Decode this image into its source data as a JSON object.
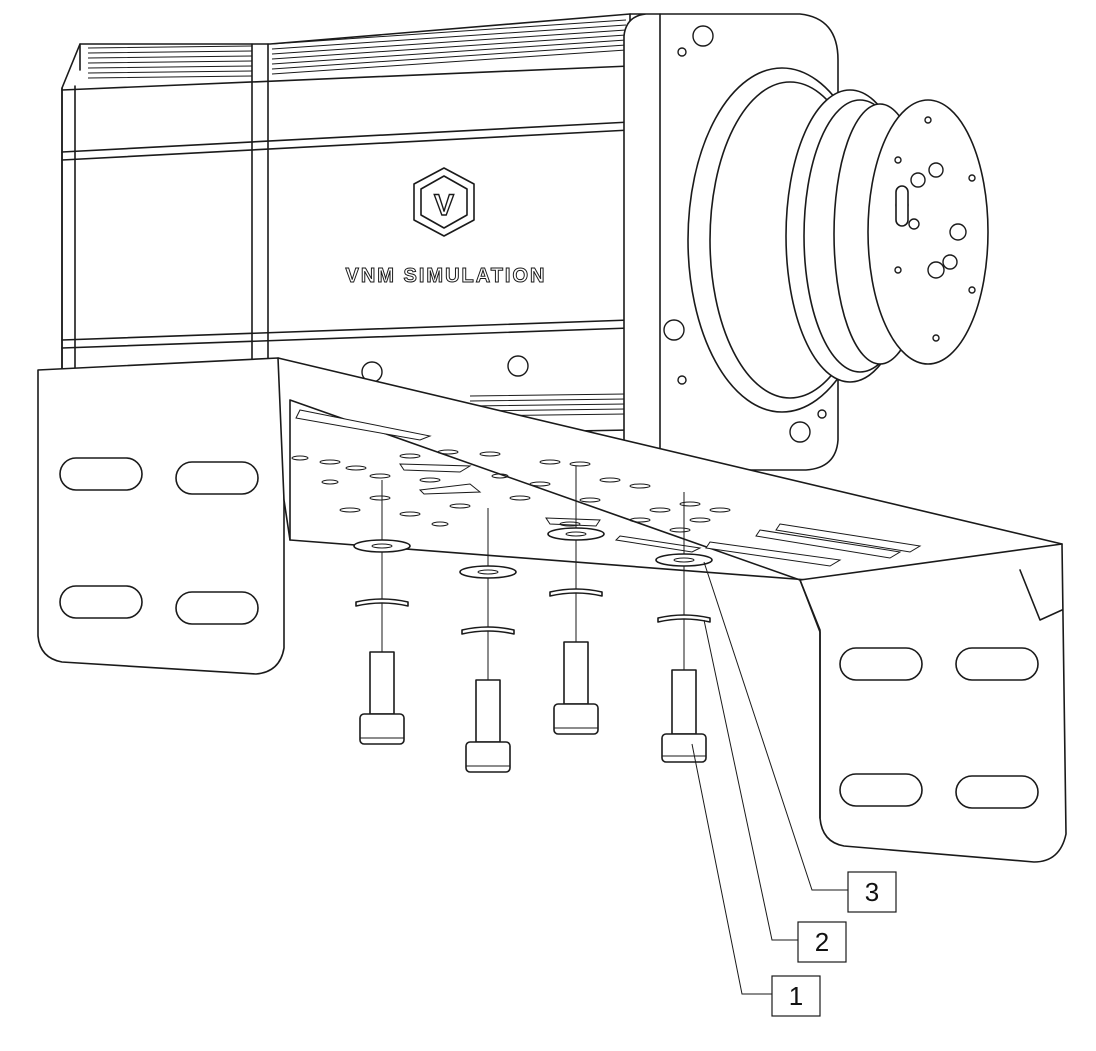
{
  "brand": {
    "name": "VNM SIMULATION",
    "logo_letter": "V",
    "logo_icon": "hexagon-v-logo-icon"
  },
  "callouts": [
    {
      "label": "1",
      "part": "bolt"
    },
    {
      "label": "2",
      "part": "spring-washer"
    },
    {
      "label": "3",
      "part": "flat-washer"
    }
  ],
  "colors": {
    "line": "#1a1a1a",
    "background": "#ffffff"
  }
}
